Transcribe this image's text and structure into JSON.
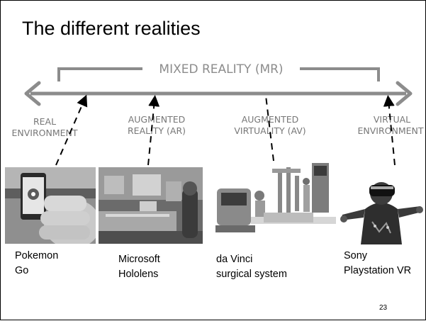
{
  "slide": {
    "title": "The different realities",
    "page_number": "23"
  },
  "spectrum": {
    "mixed_reality_label": "MIXED REALITY (MR)",
    "categories": [
      {
        "line1": "REAL",
        "line2": "ENVIRONMENT"
      },
      {
        "line1": "AUGMENTED",
        "line2": "REALITY (AR)"
      },
      {
        "line1": "AUGMENTED",
        "line2": "VIRTUALITY (AV)"
      },
      {
        "line1": "VIRTUAL",
        "line2": "ENVIRONMENT"
      }
    ]
  },
  "examples": [
    {
      "line1": "Pokemon",
      "line2": "Go"
    },
    {
      "line1": "Microsoft",
      "line2": "Hololens"
    },
    {
      "line1": "da Vinci",
      "line2": "surgical system"
    },
    {
      "line1": "Sony",
      "line2": "Playstation VR"
    }
  ],
  "colors": {
    "spectrum_gray": "#8c8c8c",
    "label_gray": "#777777"
  }
}
